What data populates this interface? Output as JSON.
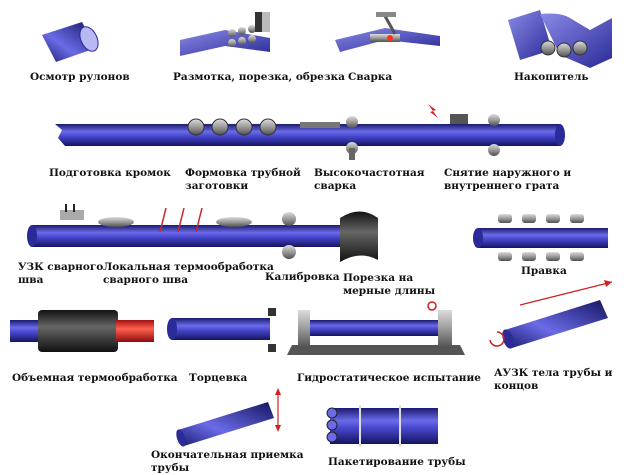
{
  "diagram": {
    "stages": [
      {
        "id": "inspect",
        "label": "Осмотр рулонов"
      },
      {
        "id": "unwind",
        "label": "Размотка, порезка, обрезка"
      },
      {
        "id": "weld",
        "label": "Сварка"
      },
      {
        "id": "accum",
        "label": "Накопитель"
      },
      {
        "id": "edge",
        "label": "Подготовка кромок"
      },
      {
        "id": "form",
        "label_line1": "Формовка трубной",
        "label_line2": "заготовки"
      },
      {
        "id": "hfweld",
        "label_line1": "Высокочастотная",
        "label_line2": "сварка"
      },
      {
        "id": "deburr",
        "label_line1": "Снятие наружного и",
        "label_line2": "внутреннего грата"
      },
      {
        "id": "ut",
        "label_line1": "УЗК сварного",
        "label_line2": "шва"
      },
      {
        "id": "localheat",
        "label_line1": "Локальная термообработка",
        "label_line2": "сварного шва"
      },
      {
        "id": "calib",
        "label": "Калибровка"
      },
      {
        "id": "cut",
        "label_line1": "Порезка на",
        "label_line2": "мерные длины"
      },
      {
        "id": "straight",
        "label": "Правка"
      },
      {
        "id": "bulkheat",
        "label": "Объемная термообработка"
      },
      {
        "id": "facing",
        "label": "Торцевка"
      },
      {
        "id": "hydro",
        "label": "Гидростатическое испытание"
      },
      {
        "id": "autout",
        "label_line1": "АУЗК тела трубы и",
        "label_line2": "концов"
      },
      {
        "id": "final",
        "label_line1": "Окончательная приемка",
        "label_line2": "трубы"
      },
      {
        "id": "pack",
        "label": "Пакетирование трубы"
      }
    ]
  }
}
